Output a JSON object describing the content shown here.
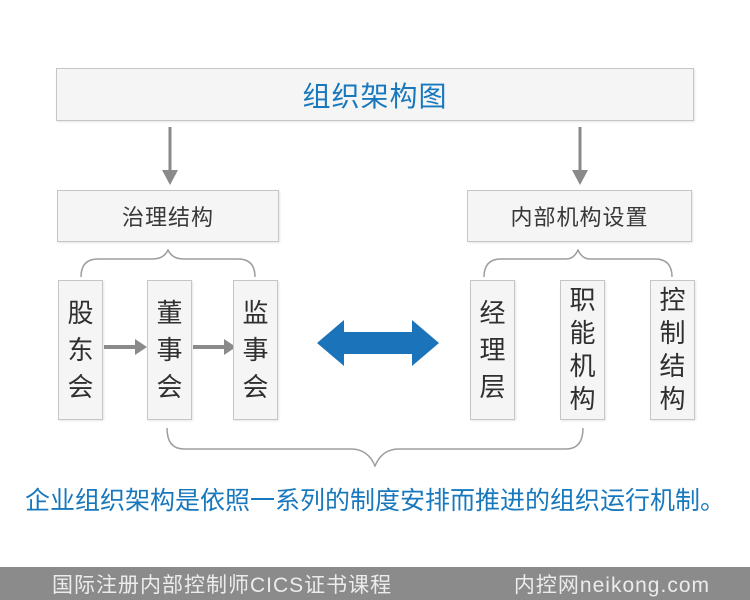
{
  "diagram": {
    "title": "组织架构图",
    "governance": {
      "label": "治理结构",
      "children": [
        "股东会",
        "董事会",
        "监事会"
      ]
    },
    "internal": {
      "label": "内部机构设置",
      "children": [
        "经理层",
        "职能机构",
        "控制结构"
      ]
    },
    "summary": "企业组织架构是依照一系列的制度安排而推进的组织运行机制。"
  },
  "footer": {
    "left": "国际注册内部控制师CICS证书课程",
    "right": "内控网neikong.com"
  },
  "icons": {
    "down_arrow": "↓",
    "flow_arrow": "→",
    "double_arrow": "⇔",
    "brace_up": "⏞",
    "brace_down": "⏟"
  },
  "colors": {
    "accent_blue": "#1878be",
    "arrow_blue": "#1b74ba",
    "arrow_gray": "#8a8a8a",
    "brace_gray": "#9e9e9e",
    "box_fill": "#f5f5f5",
    "box_border": "#c6c6c6",
    "footer_bg": "#8b8b8b",
    "footer_text": "#ececec",
    "body_text": "#2f2f2f"
  }
}
